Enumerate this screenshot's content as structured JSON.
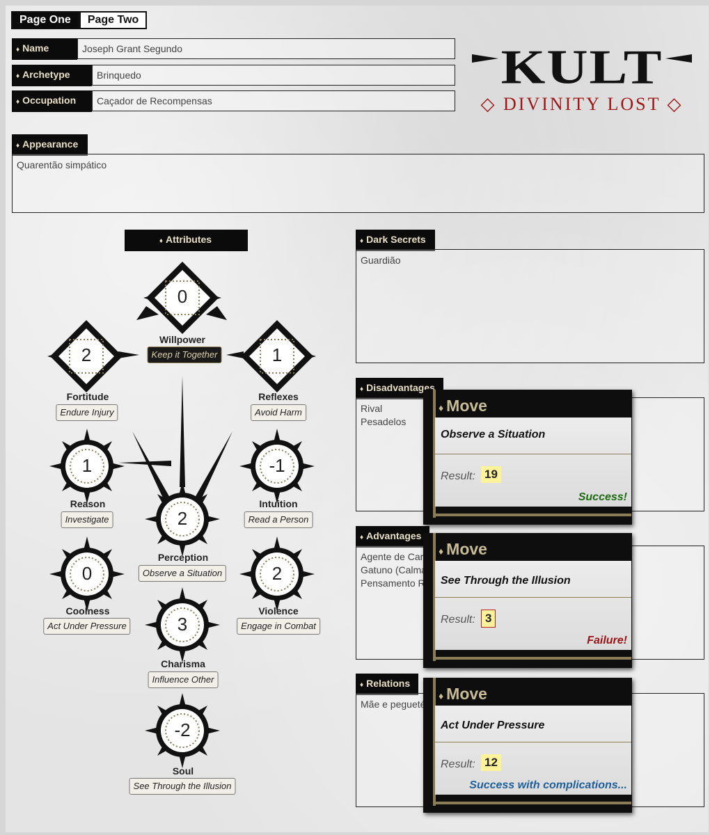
{
  "tabs": {
    "page_one": "Page One",
    "page_two": "Page Two"
  },
  "fields": {
    "name": {
      "label": "Name",
      "value": "Joseph Grant Segundo"
    },
    "archetype": {
      "label": "Archetype",
      "value": "Brinquedo"
    },
    "occupation": {
      "label": "Occupation",
      "value": "Caçador de Recompensas"
    },
    "appearance": {
      "label": "Appearance",
      "value": "Quarentão simpático"
    }
  },
  "logo": {
    "title": "KULT",
    "subtitle": "◇ DIVINITY LOST ◇",
    "color_title": "#111111",
    "color_subtitle": "#a01515"
  },
  "attributes": {
    "title": "Attributes",
    "willpower": {
      "name": "Willpower",
      "value": "0",
      "move": "Keep it Together"
    },
    "fortitude": {
      "name": "Fortitude",
      "value": "2",
      "move": "Endure Injury"
    },
    "reflexes": {
      "name": "Reflexes",
      "value": "1",
      "move": "Avoid Harm"
    },
    "reason": {
      "name": "Reason",
      "value": "1",
      "move": "Investigate"
    },
    "intuition": {
      "name": "Intuition",
      "value": "-1",
      "move": "Read a Person"
    },
    "perception": {
      "name": "Perception",
      "value": "2",
      "move": "Observe a Situation"
    },
    "coolness": {
      "name": "Coolness",
      "value": "0",
      "move": "Act Under Pressure"
    },
    "violence": {
      "name": "Violence",
      "value": "2",
      "move": "Engage in Combat"
    },
    "charisma": {
      "name": "Charisma",
      "value": "3",
      "move": "Influence Other"
    },
    "soul": {
      "name": "Soul",
      "value": "-2",
      "move": "See Through the Illusion"
    }
  },
  "sections": {
    "dark_secrets": {
      "label": "Dark Secrets",
      "lines": [
        "Guardião"
      ]
    },
    "disadvantages": {
      "label": "Disadvantages",
      "lines": [
        "Rival",
        "Pesadelos"
      ]
    },
    "advantages": {
      "label": "Advantages",
      "lines": [
        "Agente de Car",
        "Gatuno (Calma",
        "Pensamento R"
      ]
    },
    "relations": {
      "label": "Relations",
      "lines": [
        "Mãe e pegueté"
      ]
    }
  },
  "move_cards": [
    {
      "header": "Move",
      "move": "Observe a Situation",
      "result_label": "Result:",
      "result": "19",
      "outcome": "Success!",
      "outcome_color": "#1e6b12"
    },
    {
      "header": "Move",
      "move": "See Through the Illusion",
      "result_label": "Result:",
      "result": "3",
      "outcome": "Failure!",
      "outcome_color": "#9c1212"
    },
    {
      "header": "Move",
      "move": "Act Under Pressure",
      "result_label": "Result:",
      "result": "12",
      "outcome": "Success with complications...",
      "outcome_color": "#1f5f9a"
    }
  ],
  "colors": {
    "label_bg": "#0b0b0b",
    "label_text": "#e8dfc4",
    "accent_gold": "#8a7c56",
    "result_bg": "#fdf39a"
  }
}
